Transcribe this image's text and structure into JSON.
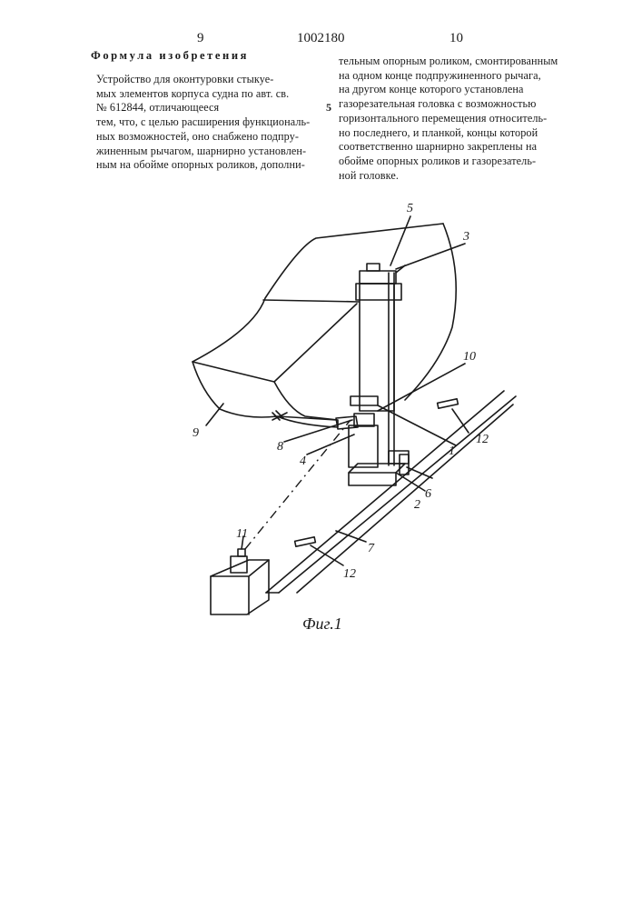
{
  "header": {
    "left_page": "9",
    "doc_number": "1002180",
    "right_page": "10"
  },
  "claim_title": "Формула изобретения",
  "left_column": [
    "Устройство для оконтуровки стыкуе-",
    "мых элементов корпуса судна по авт. св.",
    "№ 612844, отличающееся",
    "тем, что, с целью расширения функциональ-",
    "ных возможностей, оно снабжено подпру-",
    "жиненным рычагом, шарнирно установлен-",
    "ным на обойме опорных роликов, дополни-"
  ],
  "right_column": [
    "тельным опорным роликом, смонтированным",
    "на одном конце подпружиненного рычага,",
    "на другом конце которого установлена",
    "газорезательная головка с возможностью",
    "горизонтального перемещения относитель-",
    "но последнего, и планкой, концы которой",
    "соответственно шарнирно закреплены на",
    "обойме опорных роликов и газорезатель-",
    "ной головке."
  ],
  "line_marker": "5",
  "figure": {
    "labels": {
      "l1": "1",
      "l2": "2",
      "l3": "3",
      "l4": "4",
      "l5": "5",
      "l6": "6",
      "l7": "7",
      "l8": "8",
      "l9": "9",
      "l10": "10",
      "l11": "11",
      "l12a": "12",
      "l12b": "12"
    },
    "caption": "Фиг.1"
  }
}
